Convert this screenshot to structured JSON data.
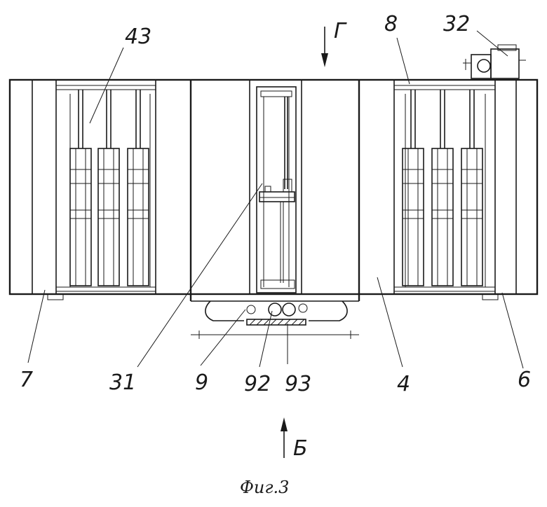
{
  "figure": {
    "caption": "Фиг.3",
    "view_top": "Г",
    "view_bottom": "Б",
    "labels": {
      "l43": "43",
      "l8": "8",
      "l32": "32",
      "l7": "7",
      "l31": "31",
      "l9": "9",
      "l92": "92",
      "l93": "93",
      "l4": "4",
      "l6": "6"
    }
  },
  "colors": {
    "ink": "#1a1a1a",
    "paper": "#ffffff"
  }
}
